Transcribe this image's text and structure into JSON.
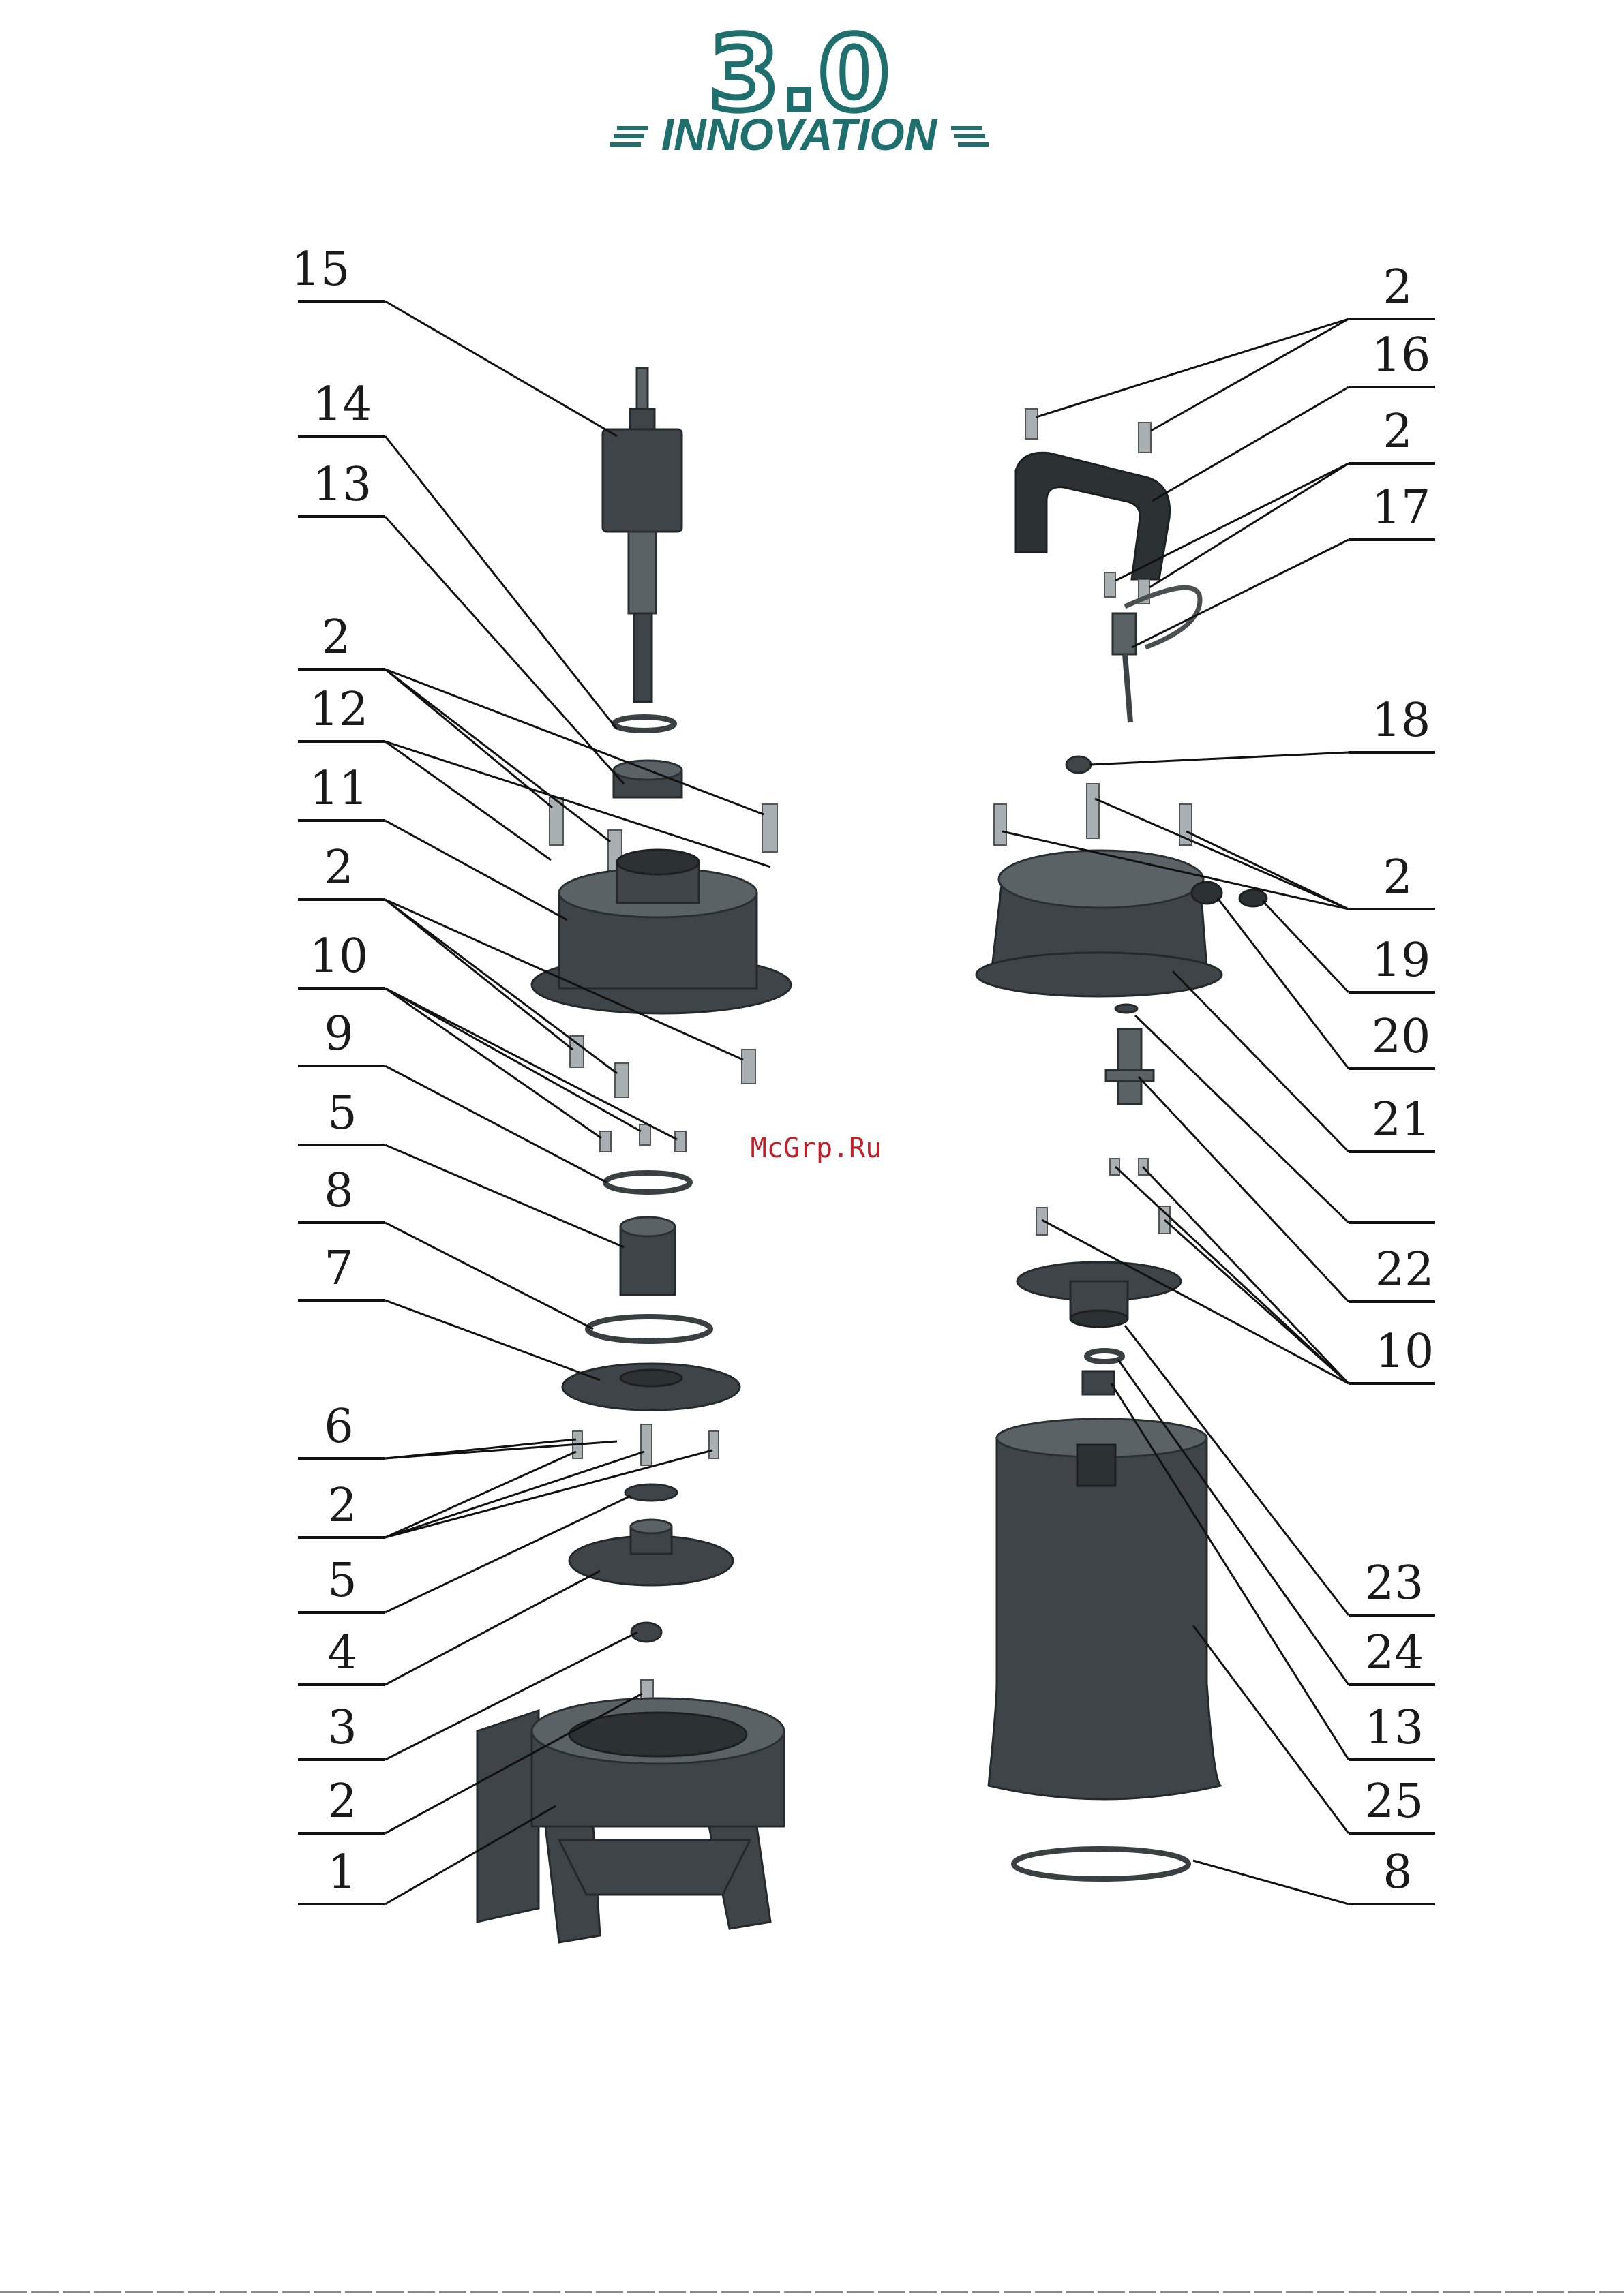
{
  "logo": {
    "mark": "3.0",
    "wordmark": "INNOVATION",
    "color": "#1f6f6f"
  },
  "watermark": {
    "text": "McGrp.Ru",
    "color": "#c0202a"
  },
  "left_labels": [
    "15",
    "14",
    "13",
    "2",
    "12",
    "11",
    "2",
    "10",
    "9",
    "5",
    "8",
    "7",
    "6",
    "2",
    "5",
    "4",
    "3",
    "2",
    "1"
  ],
  "right_labels": [
    "2",
    "16",
    "2",
    "17",
    "18",
    "2",
    "19",
    "20",
    "21",
    "22",
    "10",
    "23",
    "24",
    "13",
    "25",
    "8"
  ]
}
